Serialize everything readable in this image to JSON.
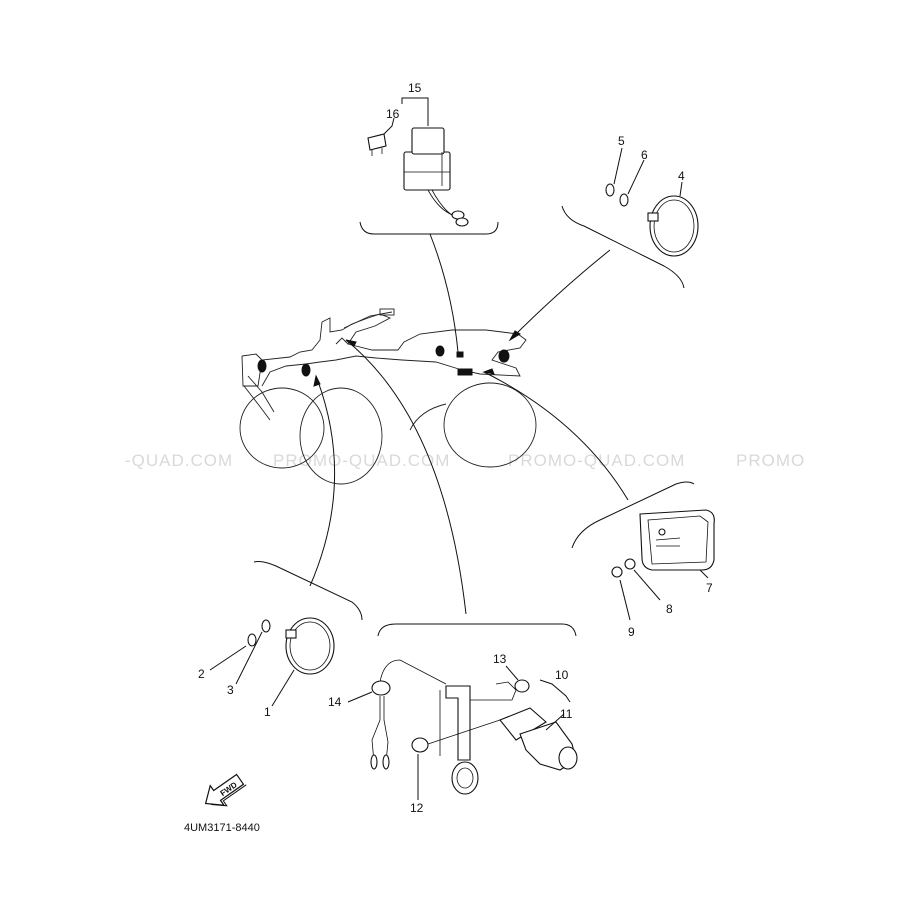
{
  "diagram": {
    "part_code": "4UM3171-8440",
    "fwd_label": "FWD",
    "watermarks": [
      "-QUAD.COM",
      "PROMO-QUAD.COM",
      "PROMO-QUAD.COM",
      "PROMO"
    ],
    "callouts": [
      "1",
      "2",
      "3",
      "4",
      "5",
      "6",
      "7",
      "8",
      "9",
      "10",
      "11",
      "12",
      "13",
      "14",
      "15",
      "16"
    ]
  }
}
